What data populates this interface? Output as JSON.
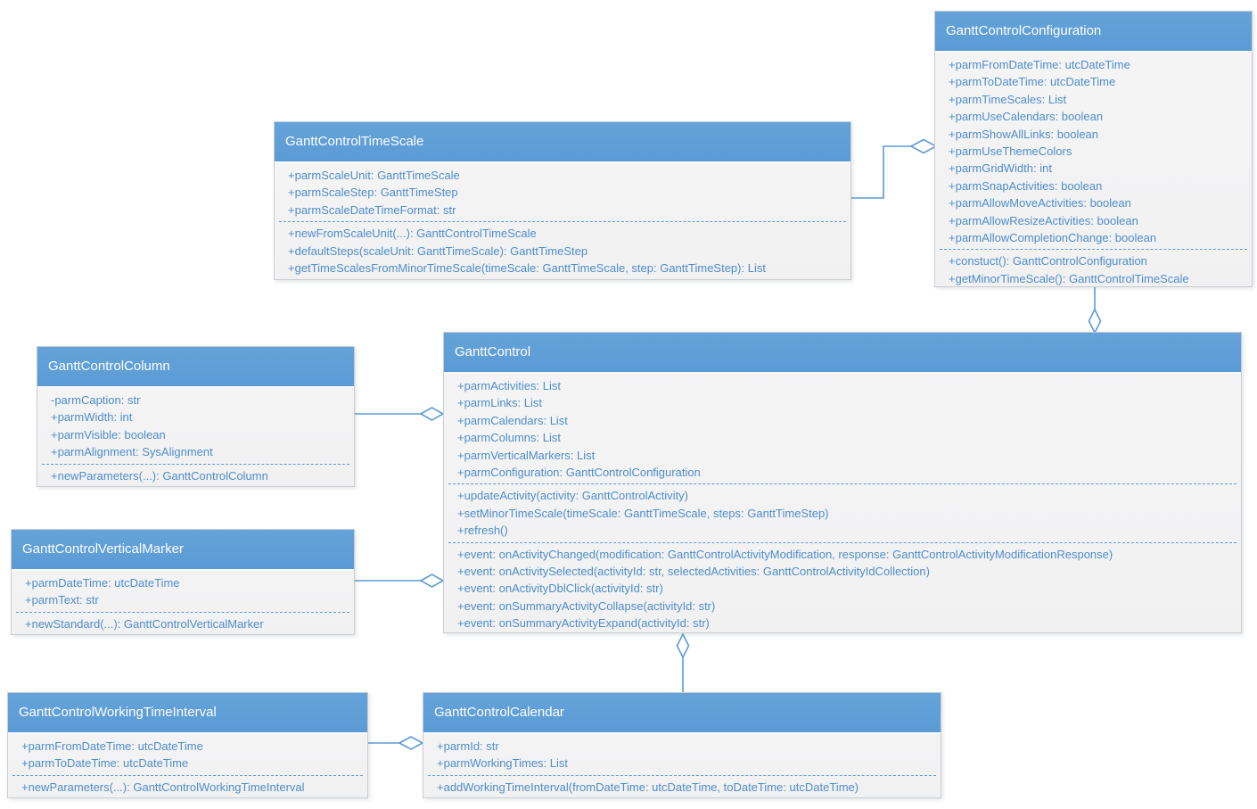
{
  "colors": {
    "header": "#5b9bd5",
    "member_text": "#4e8dcb",
    "connector": "#5b9bd5",
    "body_bg": "#f1f1f2"
  },
  "classes": {
    "configuration": {
      "title": "GanttControlConfiguration",
      "attributes": [
        "+parmFromDateTime: utcDateTime",
        "+parmToDateTime: utcDateTime",
        "+parmTimeScales: List",
        "+parmUseCalendars: boolean",
        "+parmShowAllLinks: boolean",
        "+parmUseThemeColors",
        "+parmGridWidth: int",
        "+parmSnapActivities: boolean",
        "+parmAllowMoveActivities: boolean",
        "+parmAllowResizeActivities: boolean",
        "+parmAllowCompletionChange: boolean"
      ],
      "methods": [
        "+constuct(): GanttControlConfiguration",
        "+getMinorTimeScale(): GanttControlTimeScale"
      ]
    },
    "time_scale": {
      "title": "GanttControlTimeScale",
      "attributes": [
        "+parmScaleUnit: GanttTimeScale",
        "+parmScaleStep: GanttTimeStep",
        "+parmScaleDateTimeFormat: str"
      ],
      "methods": [
        "+newFromScaleUnit(...): GanttControlTimeScale",
        "+defaultSteps(scaleUnit: GanttTimeScale): GanttTimeStep",
        "+getTimeScalesFromMinorTimeScale(timeScale: GanttTimeScale, step: GanttTimeStep): List"
      ]
    },
    "column": {
      "title": "GanttControlColumn",
      "attributes": [
        "-parmCaption: str",
        "+parmWidth: int",
        "+parmVisible: boolean",
        "+parmAlignment: SysAlignment"
      ],
      "methods": [
        "+newParameters(...): GanttControlColumn"
      ]
    },
    "gantt_control": {
      "title": "GanttControl",
      "attributes": [
        "+parmActivities: List",
        "+parmLinks: List",
        "+parmCalendars: List",
        "+parmColumns: List",
        "+parmVerticalMarkers: List",
        "+parmConfiguration: GanttControlConfiguration"
      ],
      "methods": [
        "+updateActivity(activity: GanttControlActivity)",
        "+setMinorTimeScale(timeScale: GanttTimeScale, steps: GanttTimeStep)",
        "+refresh()"
      ],
      "events": [
        "+event: onActivityChanged(modification: GanttControlActivityModification, response: GanttControlActivityModificationResponse)",
        "+event: onActivitySelected(activityId: str, selectedActivities: GanttControlActivityIdCollection)",
        "+event: onActivityDblClick(activityId: str)",
        "+event: onSummaryActivityCollapse(activityId: str)",
        "+event: onSummaryActivityExpand(activityId: str)"
      ]
    },
    "vertical_marker": {
      "title": "GanttControlVerticalMarker",
      "attributes": [
        "+parmDateTime: utcDateTime",
        "+parmText: str"
      ],
      "methods": [
        "+newStandard(...): GanttControlVerticalMarker"
      ]
    },
    "working_time_interval": {
      "title": "GanttControlWorkingTimeInterval",
      "attributes": [
        "+parmFromDateTime: utcDateTime",
        "+parmToDateTime: utcDateTime"
      ],
      "methods": [
        "+newParameters(...): GanttControlWorkingTimeInterval"
      ]
    },
    "calendar": {
      "title": "GanttControlCalendar",
      "attributes": [
        "+parmId: str",
        "+parmWorkingTimes: List"
      ],
      "methods": [
        "+addWorkingTimeInterval(fromDateTime: utcDateTime, toDateTime: utcDateTime)"
      ]
    }
  }
}
